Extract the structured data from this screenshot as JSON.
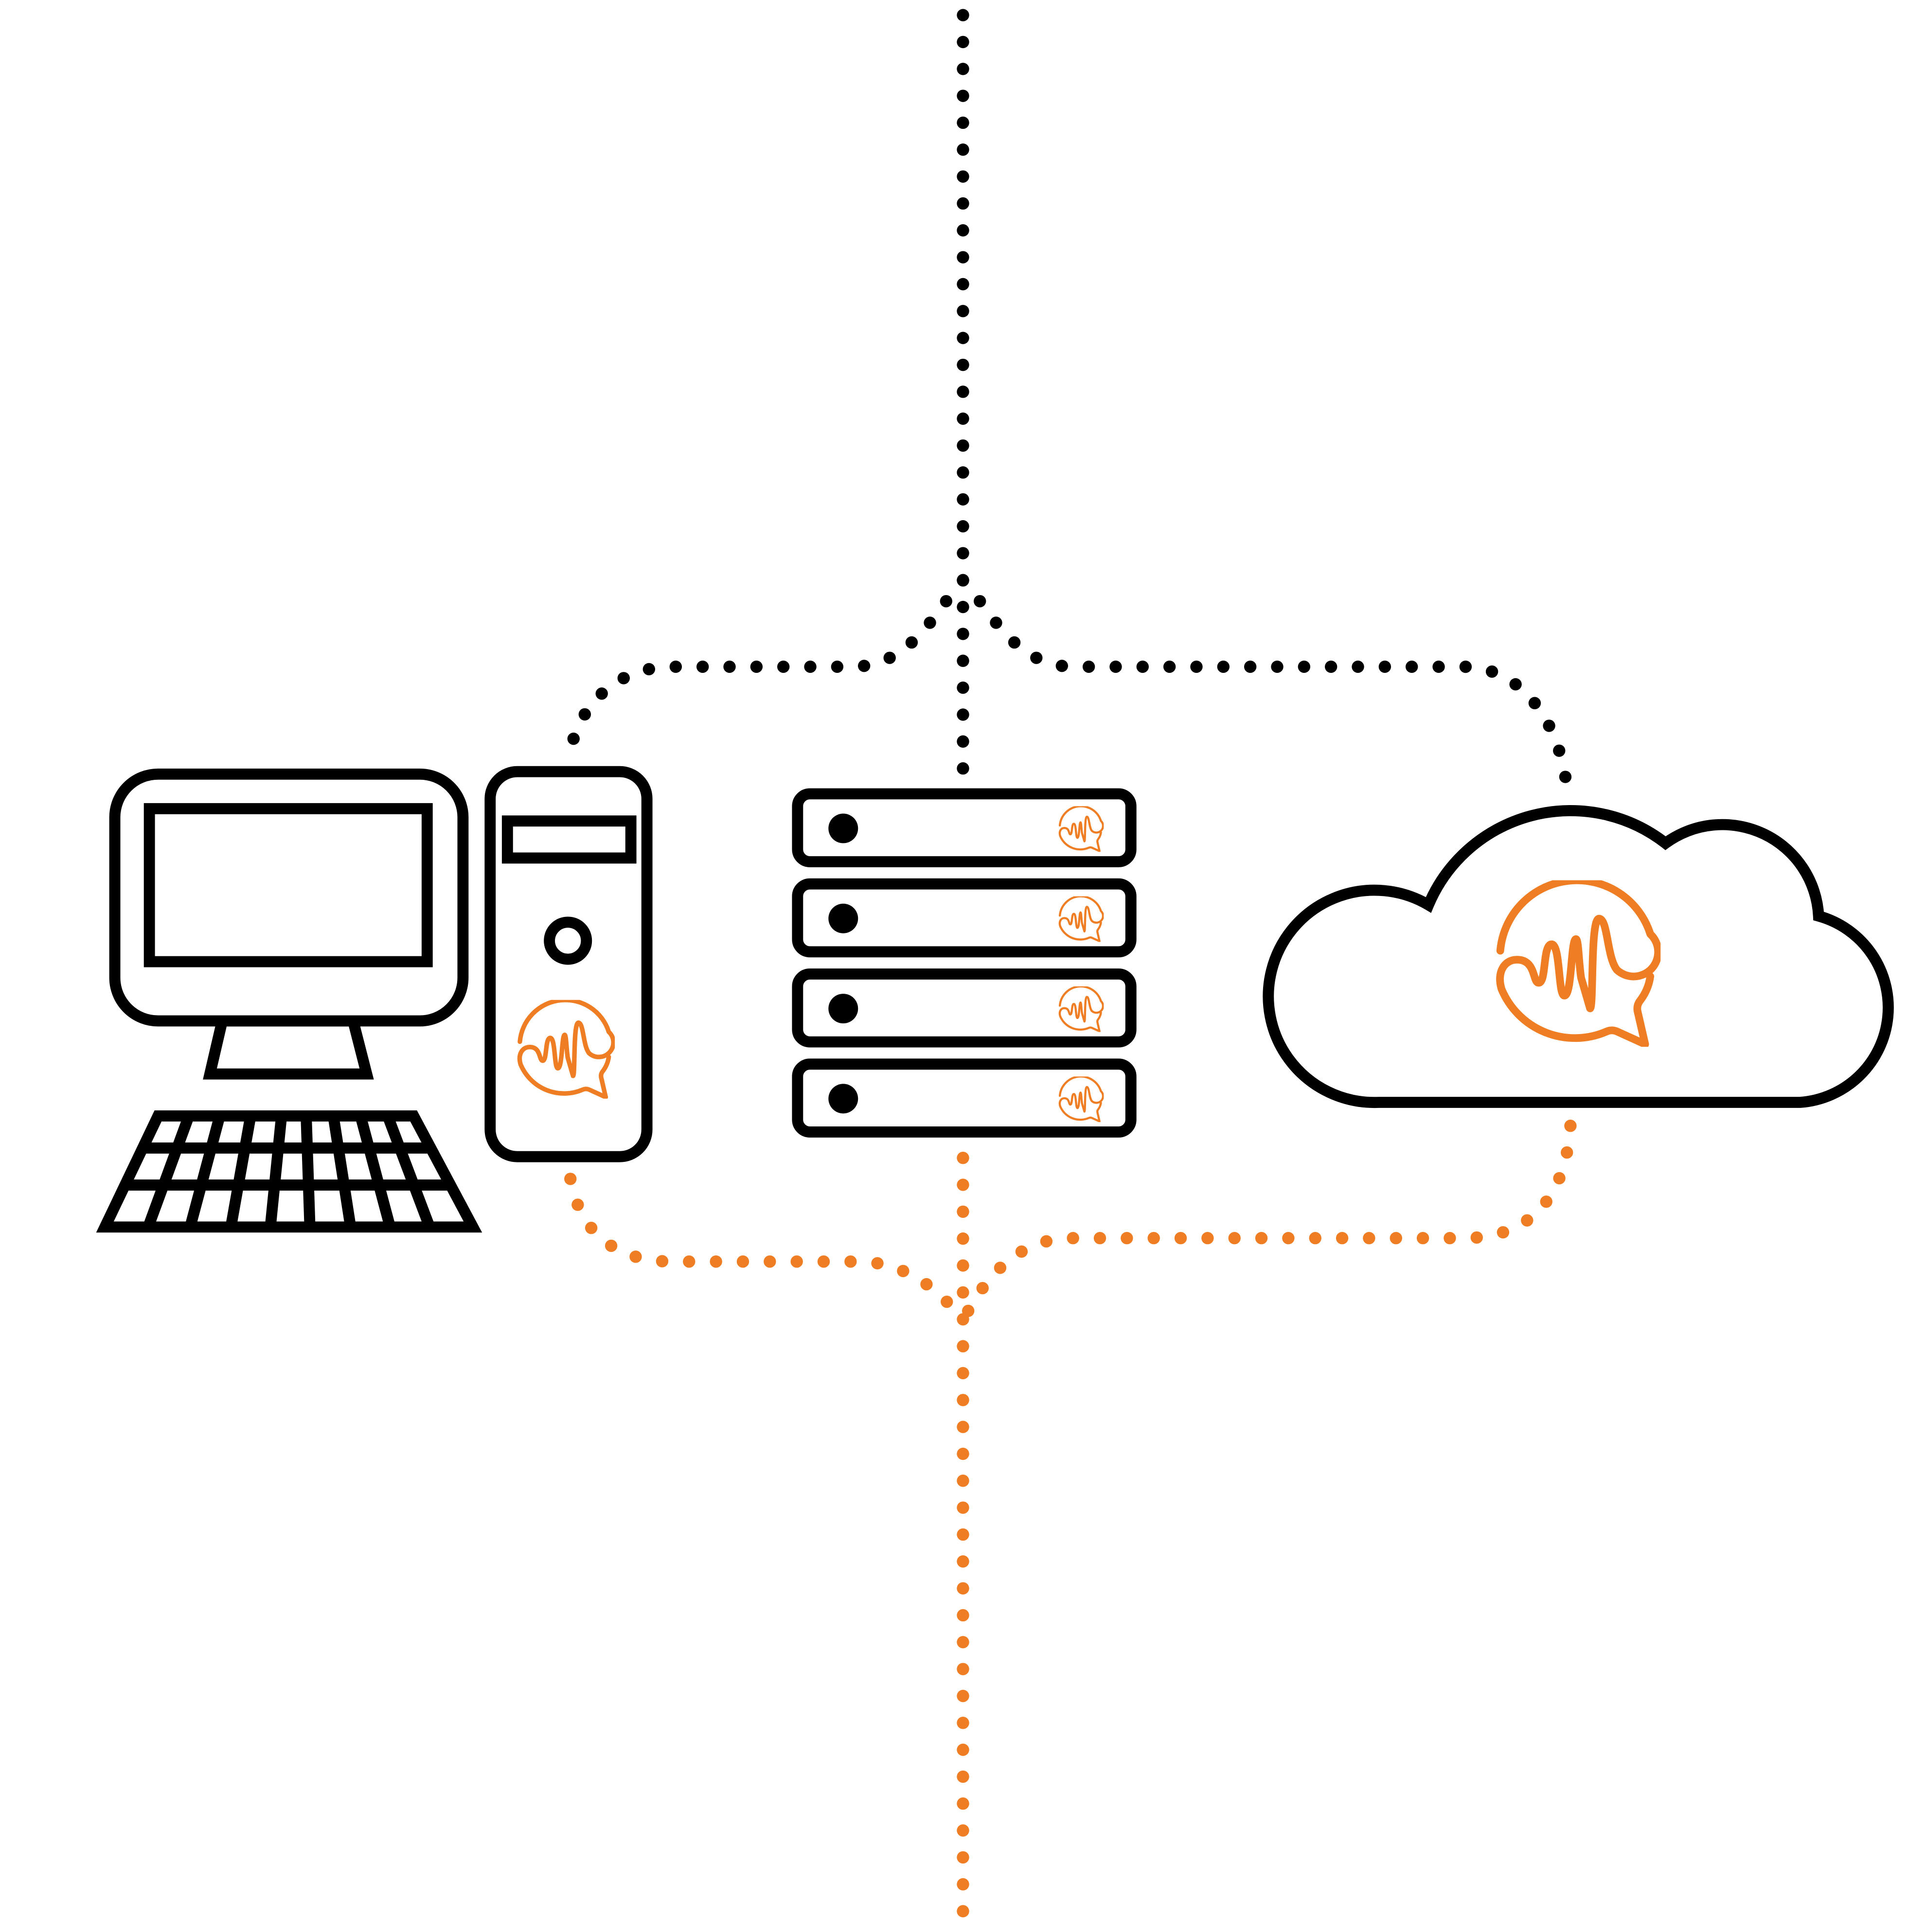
{
  "diagram": {
    "colors": {
      "primary": "#000000",
      "accent": "#ee7d23",
      "background": "#ffffff"
    },
    "nodes": [
      {
        "id": "desktop-computer",
        "icon": "desktop-computer-icon"
      },
      {
        "id": "tower-pc",
        "icon": "tower-pc-icon",
        "badge": "speech-wave-logo-icon"
      },
      {
        "id": "server-rack",
        "icon": "server-rack-icon",
        "units": 4,
        "badge": "speech-wave-logo-icon"
      },
      {
        "id": "cloud",
        "icon": "cloud-icon",
        "badge": "speech-wave-logo-icon"
      }
    ],
    "connections": {
      "inbound": {
        "style": "dotted",
        "color": "#000000"
      },
      "outbound": {
        "style": "dotted",
        "color": "#ee7d23"
      }
    }
  }
}
